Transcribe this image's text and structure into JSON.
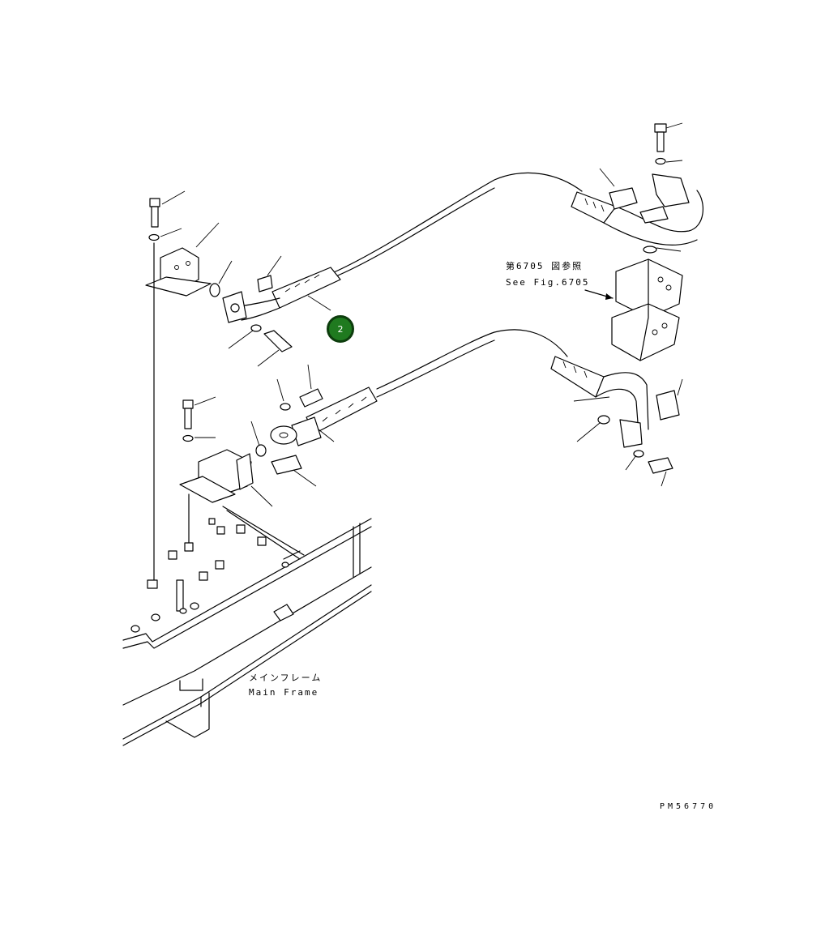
{
  "labels": {
    "see_fig_jp": "第6705 図参照",
    "see_fig_en": "See Fig.6705",
    "main_frame_jp": "メインフレーム",
    "main_frame_en": "Main Frame",
    "drawing_code": "PM56770"
  },
  "callout": {
    "number": "2",
    "color": "#1f7a1f"
  }
}
